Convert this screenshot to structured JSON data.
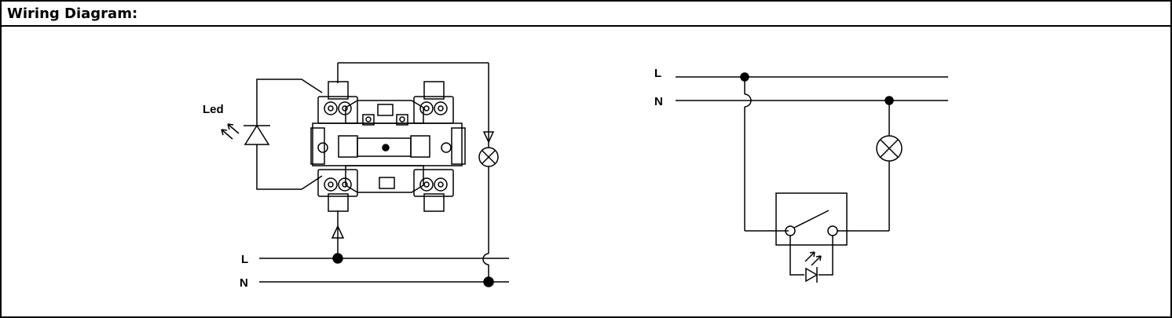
{
  "header": {
    "title": "Wiring Diagram:"
  },
  "diagram_left": {
    "led_label": "Led",
    "line_label": "L",
    "neutral_label": "N"
  },
  "diagram_right": {
    "line_label": "L",
    "neutral_label": "N"
  }
}
